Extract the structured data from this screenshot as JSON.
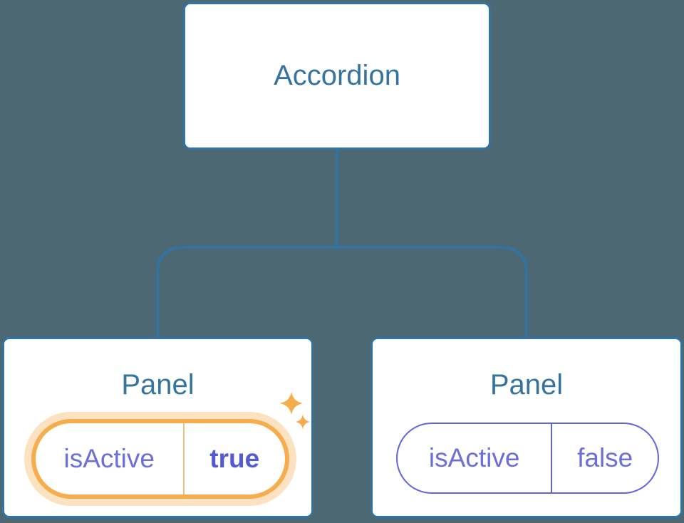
{
  "colors": {
    "canvas-bg": "#4C6973",
    "box-bg": "#FFFFFF",
    "line-blue": "#2F74A4",
    "label-blue": "#35749E",
    "state-purple": "#6A6FDB",
    "state-purple-strong": "#5459D4",
    "pill-purple": "#6165DC",
    "highlight-orange": "#F5AD4E",
    "highlight-glow": "rgba(245,173,78,0.35)",
    "divider-orange": "#F2C07E",
    "sparkle-orange": "#F5AC4A"
  },
  "icons": {
    "sparkle_large": "four-point-star",
    "sparkle_small": "four-point-star"
  },
  "diagram": {
    "root": {
      "label": "Accordion"
    },
    "panels": [
      {
        "title": "Panel",
        "state_name": "isActive",
        "state_value": "true",
        "highlighted": true
      },
      {
        "title": "Panel",
        "state_name": "isActive",
        "state_value": "false",
        "highlighted": false
      }
    ]
  }
}
